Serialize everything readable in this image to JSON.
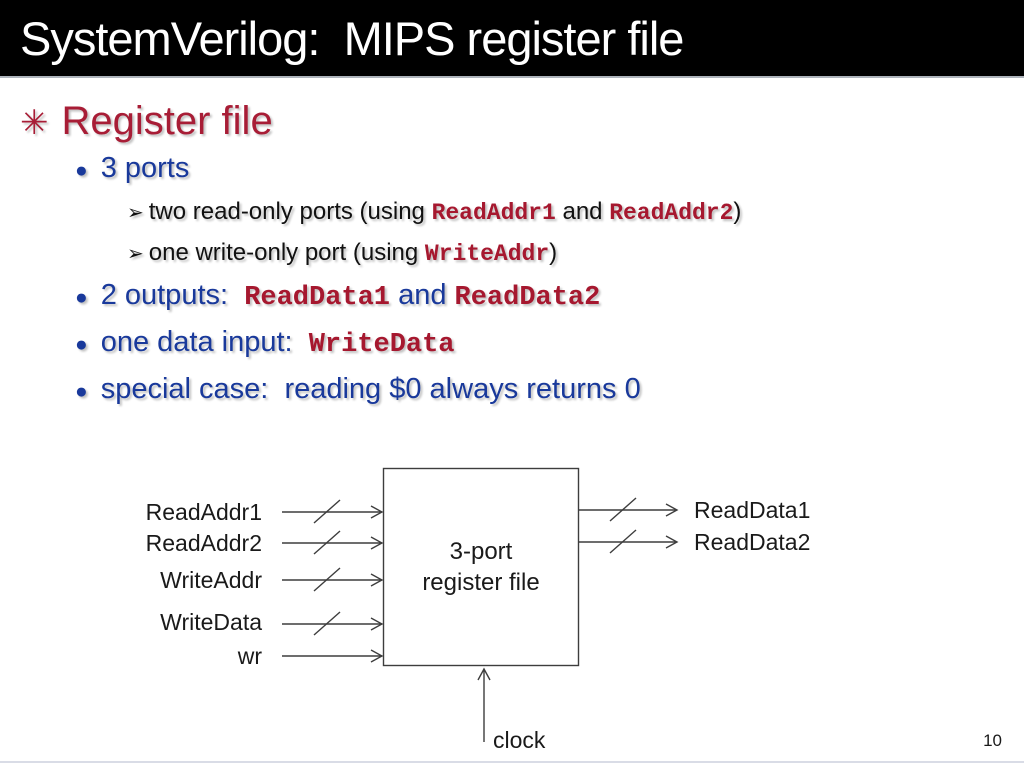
{
  "slide": {
    "title": "SystemVerilog:  MIPS register file",
    "page_number": "10"
  },
  "bullets": {
    "register_file": {
      "bullet": "✳",
      "text": "Register file"
    },
    "ports": {
      "bullet": "●",
      "text": "3 ports"
    },
    "read_ports": {
      "bullet": "➢",
      "pre": "two read-only ports (using ",
      "code1": "ReadAddr1",
      "mid": " and ",
      "code2": "ReadAddr2",
      "post": ")"
    },
    "write_port": {
      "bullet": "➢",
      "pre": "one write-only port (using ",
      "code1": "WriteAddr",
      "post": ")"
    },
    "outputs": {
      "bullet": "●",
      "pre": "2 outputs:  ",
      "code1": "ReadData1",
      "mid": " and ",
      "code2": "ReadData2"
    },
    "data_input": {
      "bullet": "●",
      "pre": "one data input:  ",
      "code1": "WriteData"
    },
    "special_case": {
      "bullet": "●",
      "text": "special case:  reading $0 always returns 0"
    }
  },
  "diagram": {
    "box_line1": "3-port",
    "box_line2": "register file",
    "inputs": [
      "ReadAddr1",
      "ReadAddr2",
      "WriteAddr",
      "WriteData",
      "wr"
    ],
    "outputs": [
      "ReadData1",
      "ReadData2"
    ],
    "clock": "clock"
  },
  "colors": {
    "title_bg": "#000000",
    "title_fg": "#ffffff",
    "heading_red": "#a81d36",
    "body_blue": "#19399b",
    "code_red": "#a6182f",
    "line_stroke": "#3d3d3d"
  }
}
